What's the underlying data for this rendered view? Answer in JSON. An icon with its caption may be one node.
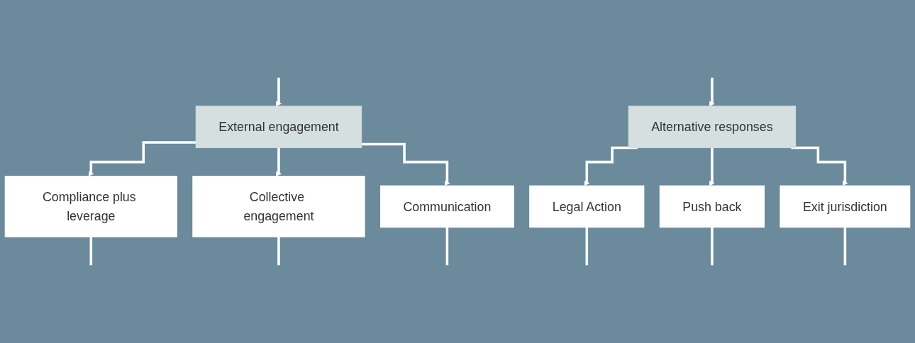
{
  "diagram": {
    "nodes": [
      {
        "text": [
          "External engagement"
        ]
      },
      {
        "text": [
          "Alternative responses"
        ]
      },
      {
        "text": [
          "Compliance plus leverage"
        ]
      },
      {
        "text": [
          "Collective engagement"
        ]
      },
      {
        "text": [
          "Communication"
        ]
      },
      {
        "text": [
          "Legal Action"
        ]
      },
      {
        "text": [
          "Push back"
        ]
      },
      {
        "text": [
          "Exit jurisdiction"
        ]
      }
    ],
    "edges": [
      {
        "from": null,
        "to": 0,
        "arrow": "to"
      },
      {
        "from": null,
        "to": 1,
        "arrow": "to"
      },
      {
        "from": 0,
        "to": 2,
        "arrow": "to"
      },
      {
        "from": 0,
        "to": 3,
        "arrow": "to"
      },
      {
        "from": 0,
        "to": 4,
        "arrow": "to"
      },
      {
        "from": 1,
        "to": 5,
        "arrow": "to"
      },
      {
        "from": 1,
        "to": 6,
        "arrow": "to"
      },
      {
        "from": 1,
        "to": 7,
        "arrow": "to"
      },
      {
        "from": 2,
        "to": null,
        "arrow": "none"
      },
      {
        "from": 3,
        "to": null,
        "arrow": "none"
      },
      {
        "from": 4,
        "to": null,
        "arrow": "none"
      },
      {
        "from": 5,
        "to": null,
        "arrow": "none"
      },
      {
        "from": 6,
        "to": null,
        "arrow": "none"
      },
      {
        "from": 7,
        "to": null,
        "arrow": "none"
      }
    ]
  }
}
